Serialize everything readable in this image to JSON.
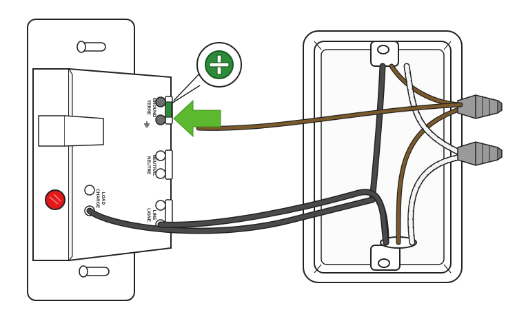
{
  "terminals": {
    "ground": "GROUND",
    "ground_fr": "TERRE",
    "neutral": "NEUTRAL",
    "neutral_fr": "NEUTRE",
    "line": "LINE",
    "line_fr": "LIGNE",
    "load": "LOAD",
    "load_fr": "CHARGE"
  },
  "colors": {
    "ground_wire": "#7a5a2a",
    "hot_wire": "#4a4a4a",
    "neutral_wire": "#e6e6e6",
    "arrow": "#5cb82e",
    "screw": "#2e8b3a",
    "led": "#e0191b"
  },
  "icons": [
    "ground-symbol-icon",
    "green-arrow-icon",
    "ground-screw-icon",
    "led-indicator-icon"
  ]
}
